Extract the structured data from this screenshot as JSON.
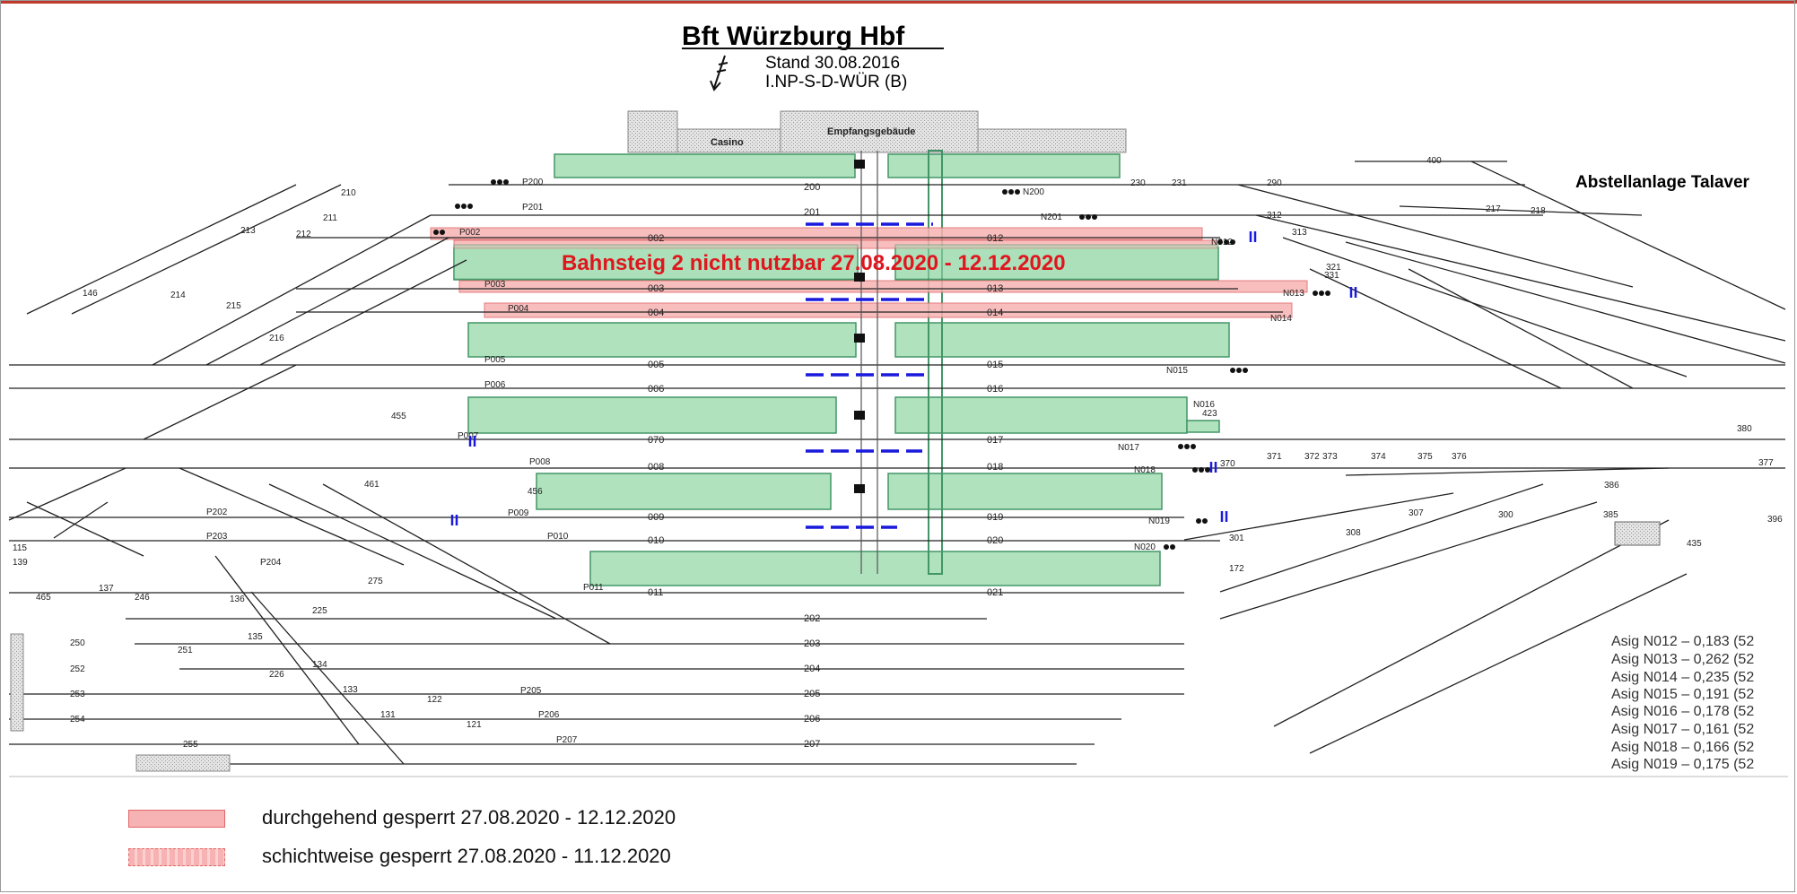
{
  "diagram": {
    "title": "Bft Würzburg Hbf",
    "stand": "Stand 30.08.2016",
    "code": "I.NP-S-D-WÜR (B)",
    "buildings": {
      "casino": "Casino",
      "empfang": "Empfangsgebäude"
    },
    "overlay_text": "Bahnsteig 2 nicht nutzbar 27.08.2020 - 12.12.2020",
    "side_title": "Abstellanlage Talaver",
    "asig_lines": [
      "Asig N012 – 0,183 (52",
      "Asig N013 – 0,262 (52",
      "Asig N014 – 0,235 (52",
      "Asig N015 – 0,191 (52",
      "Asig N016 – 0,178 (52",
      "Asig N017 – 0,161 (52",
      "Asig N018 – 0,166 (52",
      "Asig N019 – 0,175 (52"
    ],
    "track_labels_left": [
      "200",
      "201",
      "002",
      "003",
      "004",
      "005",
      "006",
      "070",
      "008",
      "009",
      "010",
      "011",
      "202",
      "203",
      "204",
      "205",
      "206",
      "207"
    ],
    "track_labels_right": [
      "012",
      "013",
      "014",
      "015",
      "016",
      "017",
      "018",
      "019",
      "020",
      "021"
    ],
    "signal_labels": [
      "P200",
      "P201",
      "P002",
      "P003",
      "P004",
      "P005",
      "P006",
      "P007",
      "P008",
      "P009",
      "P010",
      "P011",
      "P202",
      "P203",
      "P204",
      "P205",
      "P206",
      "P207"
    ],
    "n_signal_labels": [
      "N200",
      "N201",
      "N012",
      "N013",
      "N014",
      "N015",
      "N016",
      "N017",
      "N018",
      "N019",
      "N020"
    ],
    "misc_labels": [
      "210",
      "211",
      "212",
      "230",
      "231",
      "312",
      "313",
      "321",
      "331",
      "400",
      "455",
      "456",
      "461",
      "423",
      "172",
      "435",
      "300",
      "301",
      "307",
      "308",
      "370",
      "371",
      "372",
      "373",
      "374",
      "375",
      "376",
      "377",
      "380",
      "385",
      "386",
      "396",
      "115",
      "139",
      "137",
      "146",
      "465",
      "246",
      "250",
      "251",
      "252",
      "253",
      "254",
      "255",
      "226",
      "133",
      "121",
      "122",
      "131",
      "134",
      "135",
      "136",
      "213",
      "214",
      "215",
      "216",
      "217",
      "218",
      "225",
      "275",
      "290"
    ],
    "colors": {
      "platform": "#a8dfb8",
      "platform_border": "#2e8b57",
      "closed": "#f7b3b3",
      "closed_border": "#e06666",
      "overlay": "#e0161e",
      "blue_dash": "#1a1adc",
      "track": "#222222"
    }
  },
  "legend": {
    "item1": "durchgehend gesperrt 27.08.2020 - 12.12.2020",
    "item2": "schichtweise gesperrt 27.08.2020 - 11.12.2020"
  }
}
